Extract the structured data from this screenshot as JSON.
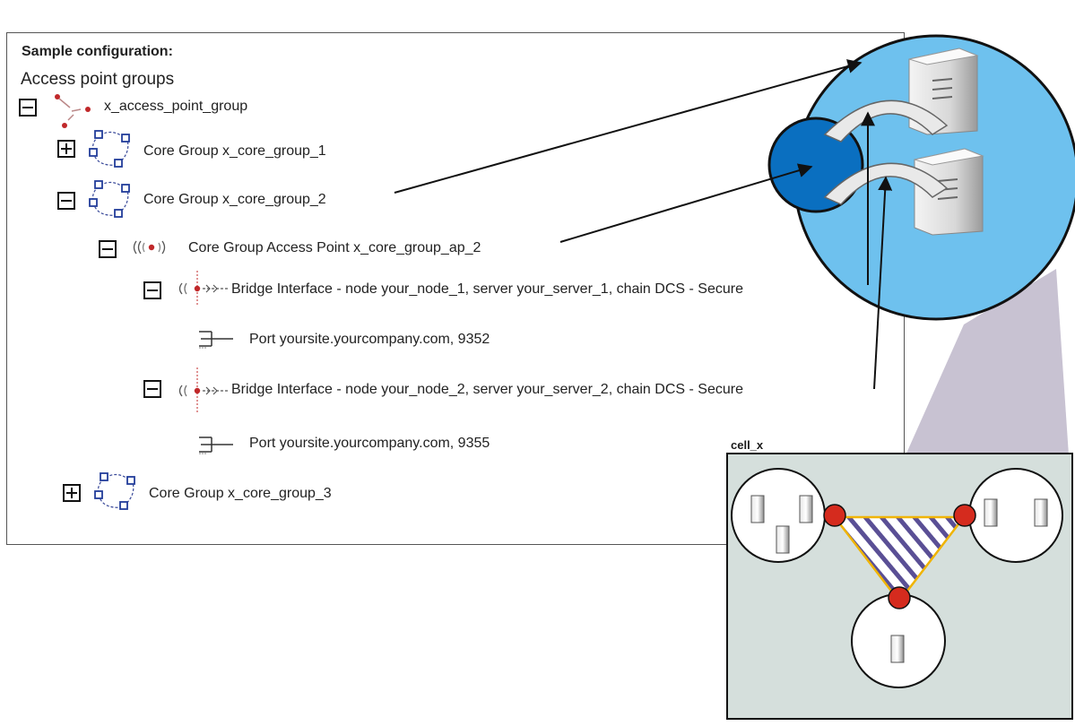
{
  "header": {
    "title": "Sample configuration:",
    "subtitle": "Access point groups"
  },
  "tree": {
    "access_point_group": "x_access_point_group",
    "core_group_1": "Core Group x_core_group_1",
    "core_group_2": "Core Group x_core_group_2",
    "access_point": "Core Group Access Point  x_core_group_ap_2",
    "bridge_1": "Bridge Interface - node your_node_1, server your_server_1, chain DCS - Secure",
    "port_1": "Port yoursite.yourcompany.com, 9352",
    "bridge_2": "Bridge Interface - node your_node_2, server your_server_2, chain DCS - Secure",
    "port_2": "Port yoursite.yourcompany.com, 9355",
    "core_group_3": "Core Group x_core_group_3"
  },
  "cell": {
    "label": "cell_x"
  },
  "colors": {
    "sky_blue": "#6ec1ee",
    "dark_blue": "#0a6fc0",
    "red_node": "#d52b1e",
    "triangle": "#f0b400",
    "hatch": "#5a4f95",
    "cell_bg": "#d5dfdc",
    "cone": "#c8c2d2"
  }
}
